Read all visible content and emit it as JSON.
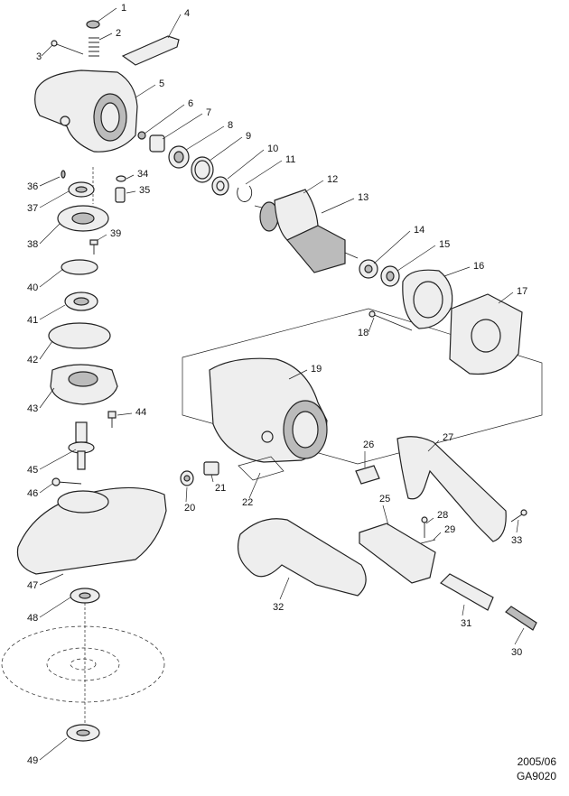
{
  "parts": [
    {
      "id": "p1",
      "label": "1"
    },
    {
      "id": "p2",
      "label": "2"
    },
    {
      "id": "p3",
      "label": "3"
    },
    {
      "id": "p4",
      "label": "4"
    },
    {
      "id": "p5",
      "label": "5"
    },
    {
      "id": "p6",
      "label": "6"
    },
    {
      "id": "p7",
      "label": "7"
    },
    {
      "id": "p8",
      "label": "8"
    },
    {
      "id": "p9",
      "label": "9"
    },
    {
      "id": "p10",
      "label": "10"
    },
    {
      "id": "p11",
      "label": "11"
    },
    {
      "id": "p12",
      "label": "12"
    },
    {
      "id": "p13",
      "label": "13"
    },
    {
      "id": "p14",
      "label": "14"
    },
    {
      "id": "p15",
      "label": "15"
    },
    {
      "id": "p16",
      "label": "16"
    },
    {
      "id": "p17",
      "label": "17"
    },
    {
      "id": "p18",
      "label": "18"
    },
    {
      "id": "p19",
      "label": "19"
    },
    {
      "id": "p20",
      "label": "20"
    },
    {
      "id": "p21",
      "label": "21"
    },
    {
      "id": "p22",
      "label": "22"
    },
    {
      "id": "p25",
      "label": "25"
    },
    {
      "id": "p26",
      "label": "26"
    },
    {
      "id": "p27",
      "label": "27"
    },
    {
      "id": "p28",
      "label": "28"
    },
    {
      "id": "p29",
      "label": "29"
    },
    {
      "id": "p30",
      "label": "30"
    },
    {
      "id": "p31",
      "label": "31"
    },
    {
      "id": "p32",
      "label": "32"
    },
    {
      "id": "p33",
      "label": "33"
    },
    {
      "id": "p34",
      "label": "34"
    },
    {
      "id": "p35",
      "label": "35"
    },
    {
      "id": "p36",
      "label": "36"
    },
    {
      "id": "p37",
      "label": "37"
    },
    {
      "id": "p38",
      "label": "38"
    },
    {
      "id": "p39",
      "label": "39"
    },
    {
      "id": "p40",
      "label": "40"
    },
    {
      "id": "p41",
      "label": "41"
    },
    {
      "id": "p42",
      "label": "42"
    },
    {
      "id": "p43",
      "label": "43"
    },
    {
      "id": "p44",
      "label": "44"
    },
    {
      "id": "p45",
      "label": "45"
    },
    {
      "id": "p46",
      "label": "46"
    },
    {
      "id": "p47",
      "label": "47"
    },
    {
      "id": "p48",
      "label": "48"
    },
    {
      "id": "p49",
      "label": "49"
    }
  ],
  "footer": {
    "date": "2005/06",
    "model": "GA9020"
  }
}
